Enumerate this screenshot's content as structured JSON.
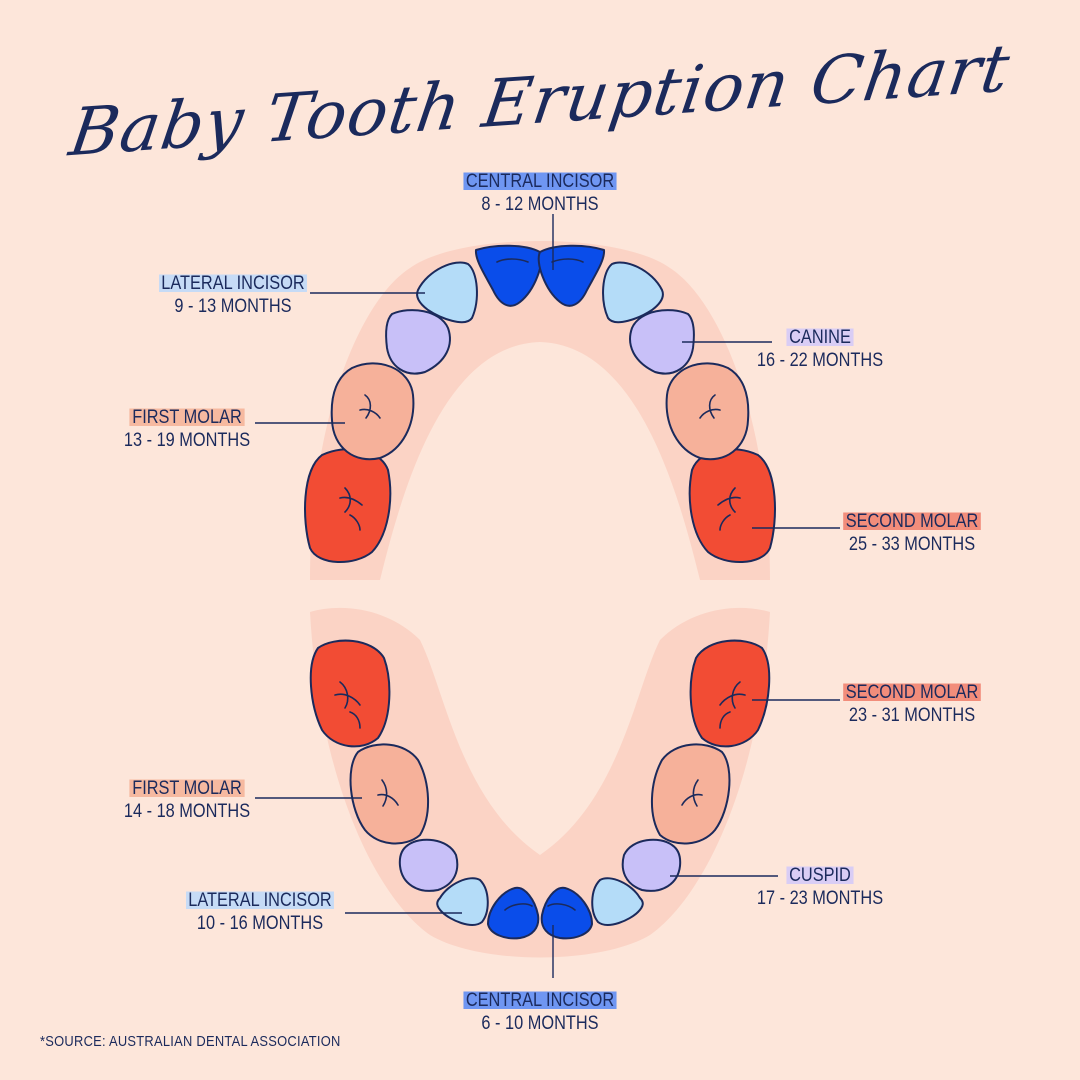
{
  "title": "Baby Tooth Eruption Chart",
  "colors": {
    "background": "#fde6da",
    "gum": "#fbd3c5",
    "ink": "#1b2a5c",
    "central_incisor": "#0a4dea",
    "lateral_incisor": "#b4dcf8",
    "canine": "#c8c0f8",
    "first_molar": "#f6b19a",
    "second_molar": "#f24c34"
  },
  "upper": {
    "central_incisor": {
      "name": "CENTRAL INCISOR",
      "months": "8 - 12 MONTHS"
    },
    "lateral_incisor": {
      "name": "LATERAL INCISOR",
      "months": "9 - 13 MONTHS"
    },
    "canine": {
      "name": "CANINE",
      "months": "16 - 22 MONTHS"
    },
    "first_molar": {
      "name": "FIRST MOLAR",
      "months": "13 - 19 MONTHS"
    },
    "second_molar": {
      "name": "SECOND MOLAR",
      "months": "25 - 33 MONTHS"
    }
  },
  "lower": {
    "second_molar": {
      "name": "SECOND MOLAR",
      "months": "23 - 31 MONTHS"
    },
    "first_molar": {
      "name": "FIRST MOLAR",
      "months": "14 - 18 MONTHS"
    },
    "cuspid": {
      "name": "CUSPID",
      "months": "17 - 23 MONTHS"
    },
    "lateral_incisor": {
      "name": "LATERAL INCISOR",
      "months": "10 - 16 MONTHS"
    },
    "central_incisor": {
      "name": "CENTRAL INCISOR",
      "months": "6 - 10 MONTHS"
    }
  },
  "source": "*SOURCE: AUSTRALIAN DENTAL ASSOCIATION"
}
